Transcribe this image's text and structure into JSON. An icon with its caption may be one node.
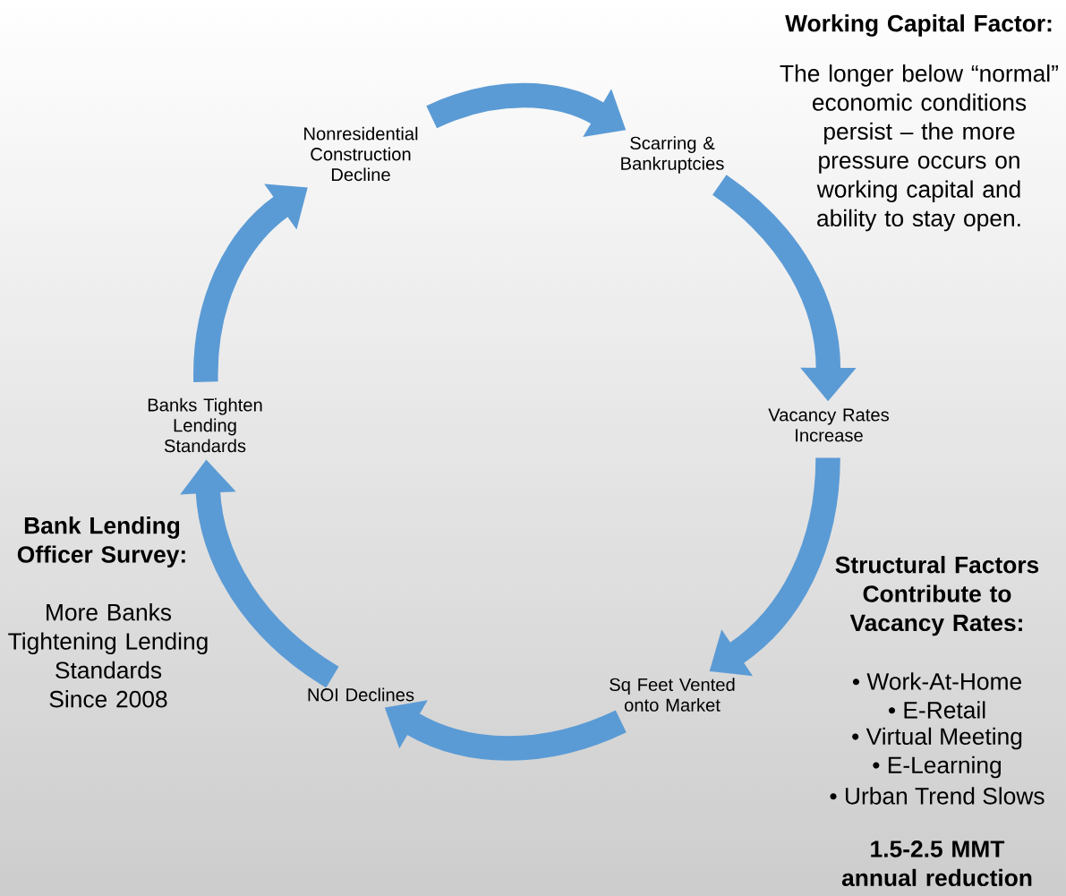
{
  "diagram": {
    "nodes": [
      {
        "text": [
          "Nonresidential Construction Decline"
        ]
      },
      {
        "text": [
          "Scarring & Bankruptcies"
        ]
      },
      {
        "text": [
          "Vacancy Rates Increase"
        ]
      },
      {
        "text": [
          "Sq Feet Vented onto Market"
        ]
      },
      {
        "text": [
          "NOI Declines"
        ]
      },
      {
        "text": [
          "Banks Tighten Lending Standards"
        ]
      }
    ],
    "edges": [
      {
        "from": 0,
        "to": 1,
        "arrow": "to"
      },
      {
        "from": 1,
        "to": 2,
        "arrow": "to"
      },
      {
        "from": 2,
        "to": 3,
        "arrow": "to"
      },
      {
        "from": 3,
        "to": 4,
        "arrow": "to"
      },
      {
        "from": 4,
        "to": 5,
        "arrow": "to"
      },
      {
        "from": 5,
        "to": 0,
        "arrow": "to"
      }
    ],
    "labels": [
      "Working Capital Factor:",
      "The longer below “normal” economic conditions persist – the more pressure occurs on working capital and ability to stay open.",
      "Bank Lending Officer Survey:",
      "More Banks Tightening Lending Standards Since 2008",
      "Structural Factors Contribute to Vacancy Rates:",
      "• Work-At-Home",
      "• E-Retail",
      "• Virtual Meeting",
      "• E-Learning",
      "• Urban Trend Slows",
      "1.5-2.5 MMT annual reduction"
    ]
  }
}
